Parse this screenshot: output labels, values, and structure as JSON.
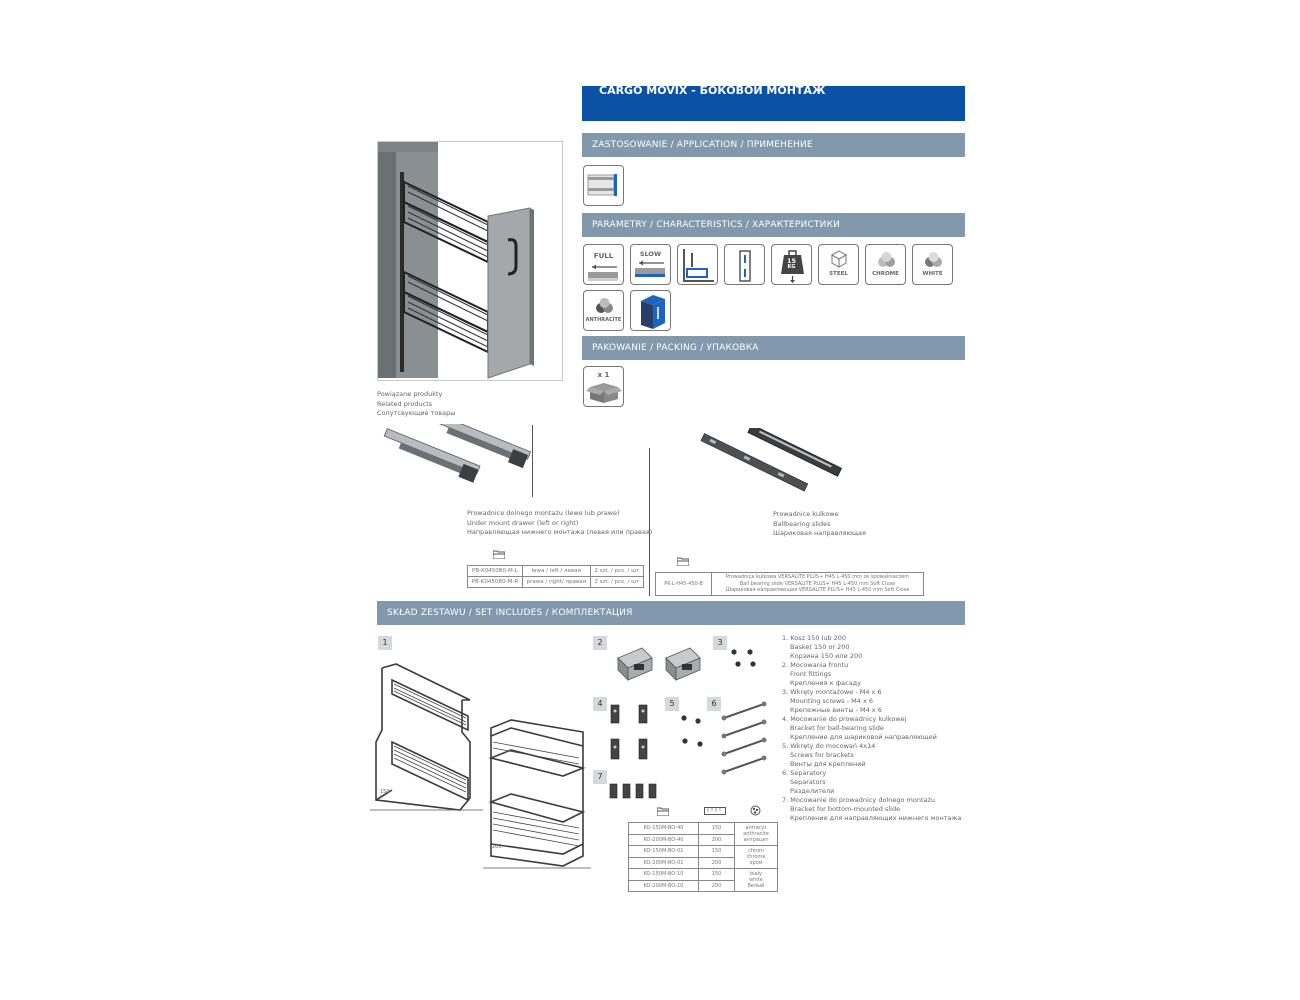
{
  "header": {
    "title": "CARGO MOVIX - БОКОВОЙ МОНТАЖ"
  },
  "sections": {
    "application": "ZASTOSOWANIE / APPLICATION / ПРИМЕНЕНИЕ",
    "characteristics": "PARAMETRY / CHARACTERISTICS / ХАРАКТЕРИСТИКИ",
    "packing": "PAKOWANIE / PACKING / УПАКОВКА",
    "set_includes": "SKŁAD ZESTAWU / SET INCLUDES / КОМПЛЕКТАЦИЯ"
  },
  "characteristics_icons": {
    "full": "FULL",
    "slow": "SLOW",
    "weight_top": "15",
    "weight_unit": "KG",
    "steel": "STEEL",
    "chrome": "CHROME",
    "white": "WHITE",
    "anthracite": "ANTHRACITE"
  },
  "packing": {
    "qty": "x 1"
  },
  "related": {
    "caption": [
      "Powiązane produkty",
      "Related products",
      "Сопутсвующие товары"
    ],
    "undermount_caption": [
      "Prowadnice dolnego montażu (lewe lub prawe)",
      "Under mount drawer (left or right)",
      "Направляющая нижнего монтажа (левая или правая)"
    ],
    "ballbearing_caption": [
      "Prowadnice kulkowe",
      "Ballbearing slides",
      "Шариковая направляющая"
    ],
    "undermount_rows": [
      [
        "PB-K0450B0-M-L",
        "lewa / left / левая",
        "2 szt. / pcs. / шт"
      ],
      [
        "PB-K0450B0-M-R",
        "prawa / right/ правая",
        "2 szt. / pcs. / шт"
      ]
    ],
    "ballbearing_row": {
      "code": "PK-L-H45-450-B",
      "desc": [
        "Prowadnica kulkowa VERSALITE PLUS+ H45 L-450 mm ze spowalniaczem",
        "Ball bearing slide VERSALITE PLUS+ H45 L-450 mm Soft Close",
        "Шариковая направляющая VERSALITE PLUS+ H45 L-450 mm Soft Close"
      ]
    }
  },
  "set": {
    "badges": [
      "1",
      "2",
      "3",
      "4",
      "5",
      "6",
      "7"
    ],
    "dim_150": "150",
    "dim_200": "200",
    "list": [
      {
        "n": "1. Kosz 150 lub 200",
        "en": "Basket 150 or 200",
        "ru": "Корзина 150 или 200"
      },
      {
        "n": "2. Mocowania frontu",
        "en": "Front fittings",
        "ru": "Крепления к фасаду"
      },
      {
        "n": "3. Wkręty montażowe - M4 x 6",
        "en": "Mounting screws - M4 x 6",
        "ru": "Крепежные винты - M4 x 6"
      },
      {
        "n": "4. Mocowanie do prowadnicy kulkowej",
        "en": "Bracket for ball-bearing slide",
        "ru": "Крепление для шариковой направляющей"
      },
      {
        "n": "5. Wkręty do mocowań 4x14",
        "en": "Screws for brackets",
        "ru": "Винты для креплений"
      },
      {
        "n": "6. Separatory",
        "en": "Separators",
        "ru": "Разделители"
      },
      {
        "n": "7. Mocowanie do prowadnicy dolnego montażu",
        "en": "Bracket for bottom-mounted slide",
        "ru": "Крепление для направляющих нижнего монтажа"
      }
    ],
    "codes": [
      {
        "code": "KO-150M-BO-40",
        "w": "150",
        "color": [
          "antracyt",
          "anthracite",
          "антрацит"
        ]
      },
      {
        "code": "KO-200M-BO-40",
        "w": "200"
      },
      {
        "code": "KO-150M-BO-01",
        "w": "150",
        "color": [
          "chrom",
          "chrome",
          "хром"
        ]
      },
      {
        "code": "KO-200M-BO-01",
        "w": "200"
      },
      {
        "code": "KO-150M-BO-10",
        "w": "150",
        "color": [
          "biały",
          "white",
          "белый"
        ]
      },
      {
        "code": "KO-200M-BO-10",
        "w": "200"
      }
    ]
  },
  "colors": {
    "brand_blue": "#0b51a5",
    "section_grey": "#8299ad"
  }
}
